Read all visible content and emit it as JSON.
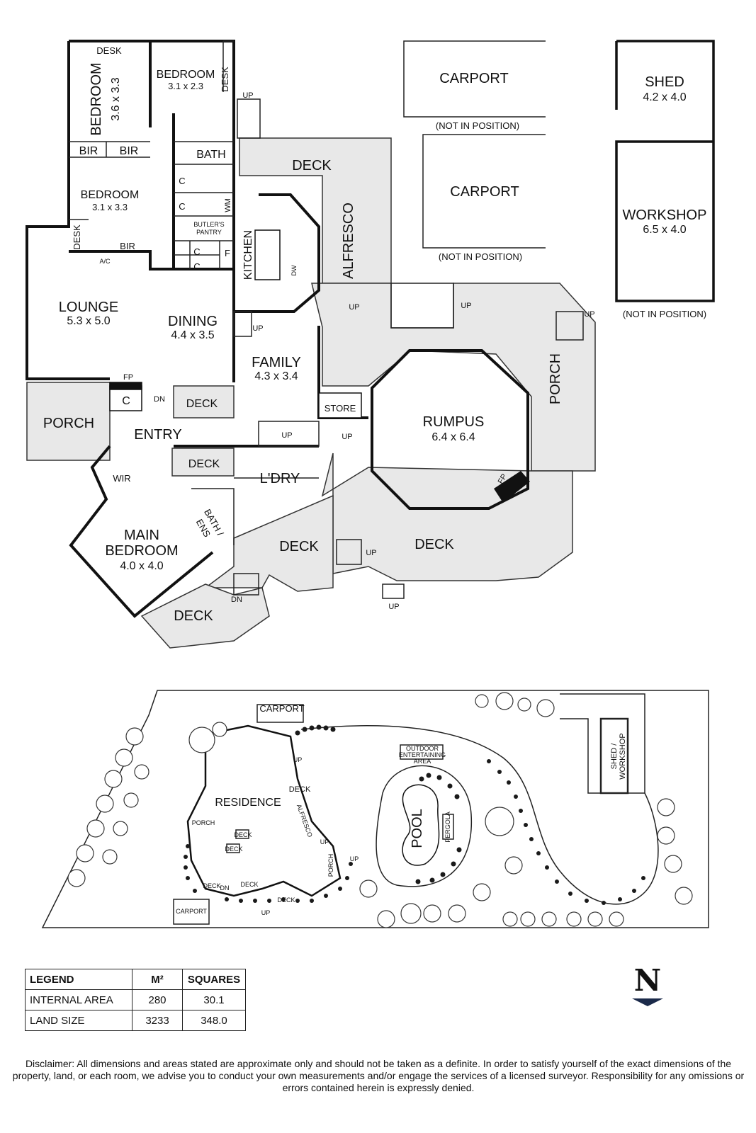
{
  "rooms": {
    "bedroom_left": {
      "name": "BEDROOM",
      "dim": "3.6 x 3.3"
    },
    "bedroom_top": {
      "name": "BEDROOM",
      "dim": "3.1 x 2.3"
    },
    "bedroom_mid": {
      "name": "BEDROOM",
      "dim": "3.1 x 3.3"
    },
    "lounge": {
      "name": "LOUNGE",
      "dim": "5.3 x 5.0"
    },
    "dining": {
      "name": "DINING",
      "dim": "4.4 x 3.5"
    },
    "family": {
      "name": "FAMILY",
      "dim": "4.3 x 3.4"
    },
    "rumpus": {
      "name": "RUMPUS",
      "dim": "6.4 x 6.4"
    },
    "main_bedroom": {
      "name1": "MAIN",
      "name2": "BEDROOM",
      "dim": "4.0 x 4.0"
    },
    "shed": {
      "name": "SHED",
      "dim": "4.2 x 4.0"
    },
    "workshop": {
      "name": "WORKSHOP",
      "dim": "6.5 x 4.0"
    }
  },
  "labels": {
    "desk": "DESK",
    "bir": "BIR",
    "bath": "BATH",
    "c": "C",
    "wm": "WM",
    "f": "F",
    "butlers1": "BUTLER'S",
    "butlers2": "PANTRY",
    "kitchen": "KITCHEN",
    "dw": "DW",
    "alfresco": "ALFRESCO",
    "deck": "DECK",
    "carport": "CARPORT",
    "not_in_position": "(NOT IN POSITION)",
    "up": "UP",
    "dn": "DN",
    "ac": "A/C",
    "fp": "FP",
    "porch": "PORCH",
    "entry": "ENTRY",
    "store": "STORE",
    "laundry": "L'DRY",
    "wir": "WIR",
    "bath_ens1": "BATH /",
    "bath_ens2": "ENS"
  },
  "site": {
    "carport": "CARPORT",
    "residence": "RESIDENCE",
    "outdoor1": "OUTDOOR",
    "outdoor2": "ENTERTAINING",
    "outdoor3": "AREA",
    "pool": "POOL",
    "pergola": "PERGOLA",
    "shed1": "SHED /",
    "shed2": "WORKSHOP",
    "deck": "DECK",
    "porch": "PORCH",
    "alfresco": "ALFRESCO",
    "up": "UP",
    "dn": "DN"
  },
  "legend": {
    "headers": [
      "LEGEND",
      "M²",
      "SQUARES"
    ],
    "rows": [
      {
        "label": "INTERNAL AREA",
        "m2": "280",
        "squares": "30.1"
      },
      {
        "label": "LAND SIZE",
        "m2": "3233",
        "squares": "348.0"
      }
    ]
  },
  "compass": {
    "letter": "N"
  },
  "disclaimer": "Disclaimer: All dimensions and areas stated are approximate only and should not be taken as a definite. In order to satisfy yourself of the exact dimensions of the property, land, or each room, we advise you to conduct your own measurements and/or engage the services of a licensed surveyor. Responsibility for any omissions or errors contained herein is expressly denied."
}
